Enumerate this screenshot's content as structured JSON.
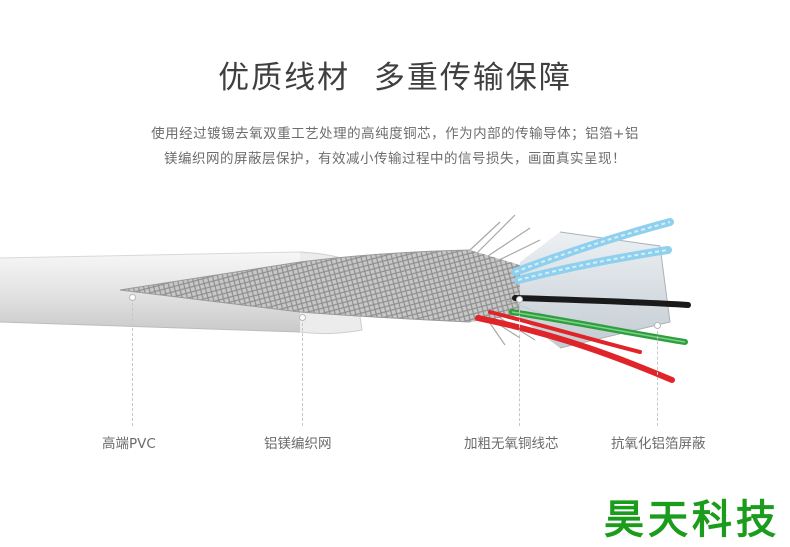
{
  "header": {
    "title": "优质线材  多重传输保障",
    "description_line1": "使用经过镀锡去氧双重工艺处理的高纯度铜芯，作为内部的传输导体；铝箔+铝",
    "description_line2": "镁编织网的屏蔽层保护，有效减小传输过程中的信号损失，画面真实呈现！"
  },
  "callouts": [
    {
      "label": "高端PVC"
    },
    {
      "label": "铝镁编织网"
    },
    {
      "label": "加粗无氧铜线芯"
    },
    {
      "label": "抗氧化铝箔屏蔽"
    }
  ],
  "watermark": "昊天科技",
  "colors": {
    "title": "#3f3f3f",
    "text": "#6d6d6d",
    "watermark": "#1c9c1c",
    "wire_black": "#1a1a1a",
    "wire_green": "#2e9e3e",
    "wire_red": "#e0252a",
    "wire_blue": "#8fd0ee"
  }
}
